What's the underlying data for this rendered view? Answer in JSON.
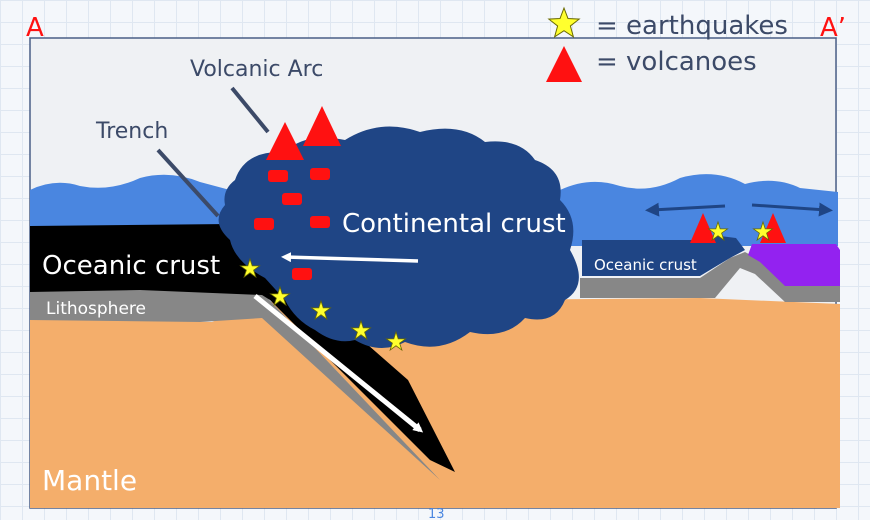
{
  "corner_labels": {
    "left": "A",
    "right": "A’"
  },
  "legend": [
    {
      "icon": "star-icon",
      "text": "= earthquakes",
      "color": "#ffff2e"
    },
    {
      "icon": "triangle-icon",
      "text": "= volcanoes",
      "color": "#ff1111"
    }
  ],
  "labels": {
    "volcanic_arc": "Volcanic Arc",
    "trench": "Trench",
    "continental_crust": "Continental crust",
    "oceanic_crust_left": "Oceanic crust",
    "oceanic_crust_right": "Oceanic crust",
    "lithosphere": "Lithosphere",
    "mantle": "Mantle"
  },
  "page_number": "13",
  "colors": {
    "sky": "#eff1f4",
    "water": "#4a86e0",
    "continent": "#1f4585",
    "mantle": "#f4ae6b",
    "lithosphere": "#878787",
    "oceanic_plate": "#000000",
    "ridge_plate": "#9322f0",
    "label_text": "#3c4a68",
    "frame": "#4a5f86"
  }
}
